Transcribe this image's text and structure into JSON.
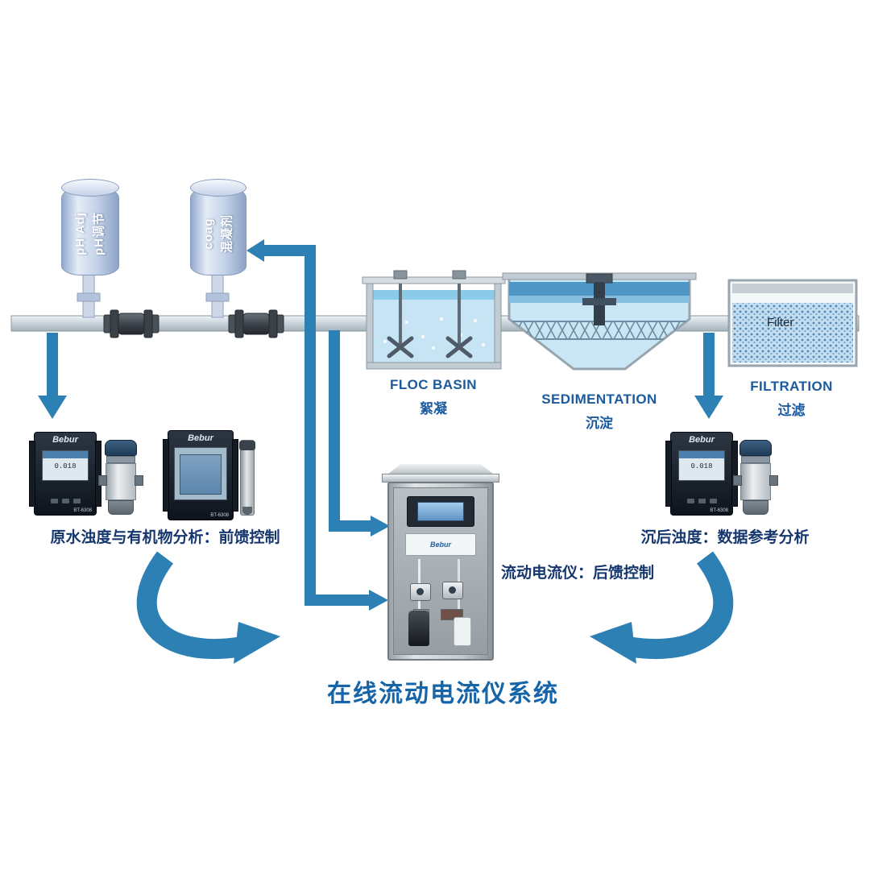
{
  "title": "在线流动电流仪系统",
  "dosing_tanks": {
    "ph_tank": {
      "label_en": "pH Adj",
      "label_zh": "pH调节"
    },
    "coag_tank": {
      "label_en": "coag",
      "label_zh": "混凝剂"
    }
  },
  "process_stages": {
    "floc_basin": {
      "label_en": "FLOC BASIN",
      "label_zh": "絮凝"
    },
    "sedimentation": {
      "label_en": "SEDIMENTATION",
      "label_zh": "沉淀"
    },
    "filtration": {
      "label_en": "FILTRATION",
      "label_zh": "过滤",
      "media_label": "Filter"
    }
  },
  "instruments": {
    "brand": "Bebur",
    "model": "BT-6308",
    "reading": "0.018",
    "left_caption": "原水浊度与有机物分析：前馈控制",
    "center_caption": "流动电流仪：后馈控制",
    "right_caption": "沉后浊度：数据参考分析"
  },
  "colors": {
    "arrow_blue": "#2c80b4",
    "stage_label_blue": "#1a5a9e",
    "caption_navy": "#16376e",
    "title_blue": "#1565a8"
  }
}
